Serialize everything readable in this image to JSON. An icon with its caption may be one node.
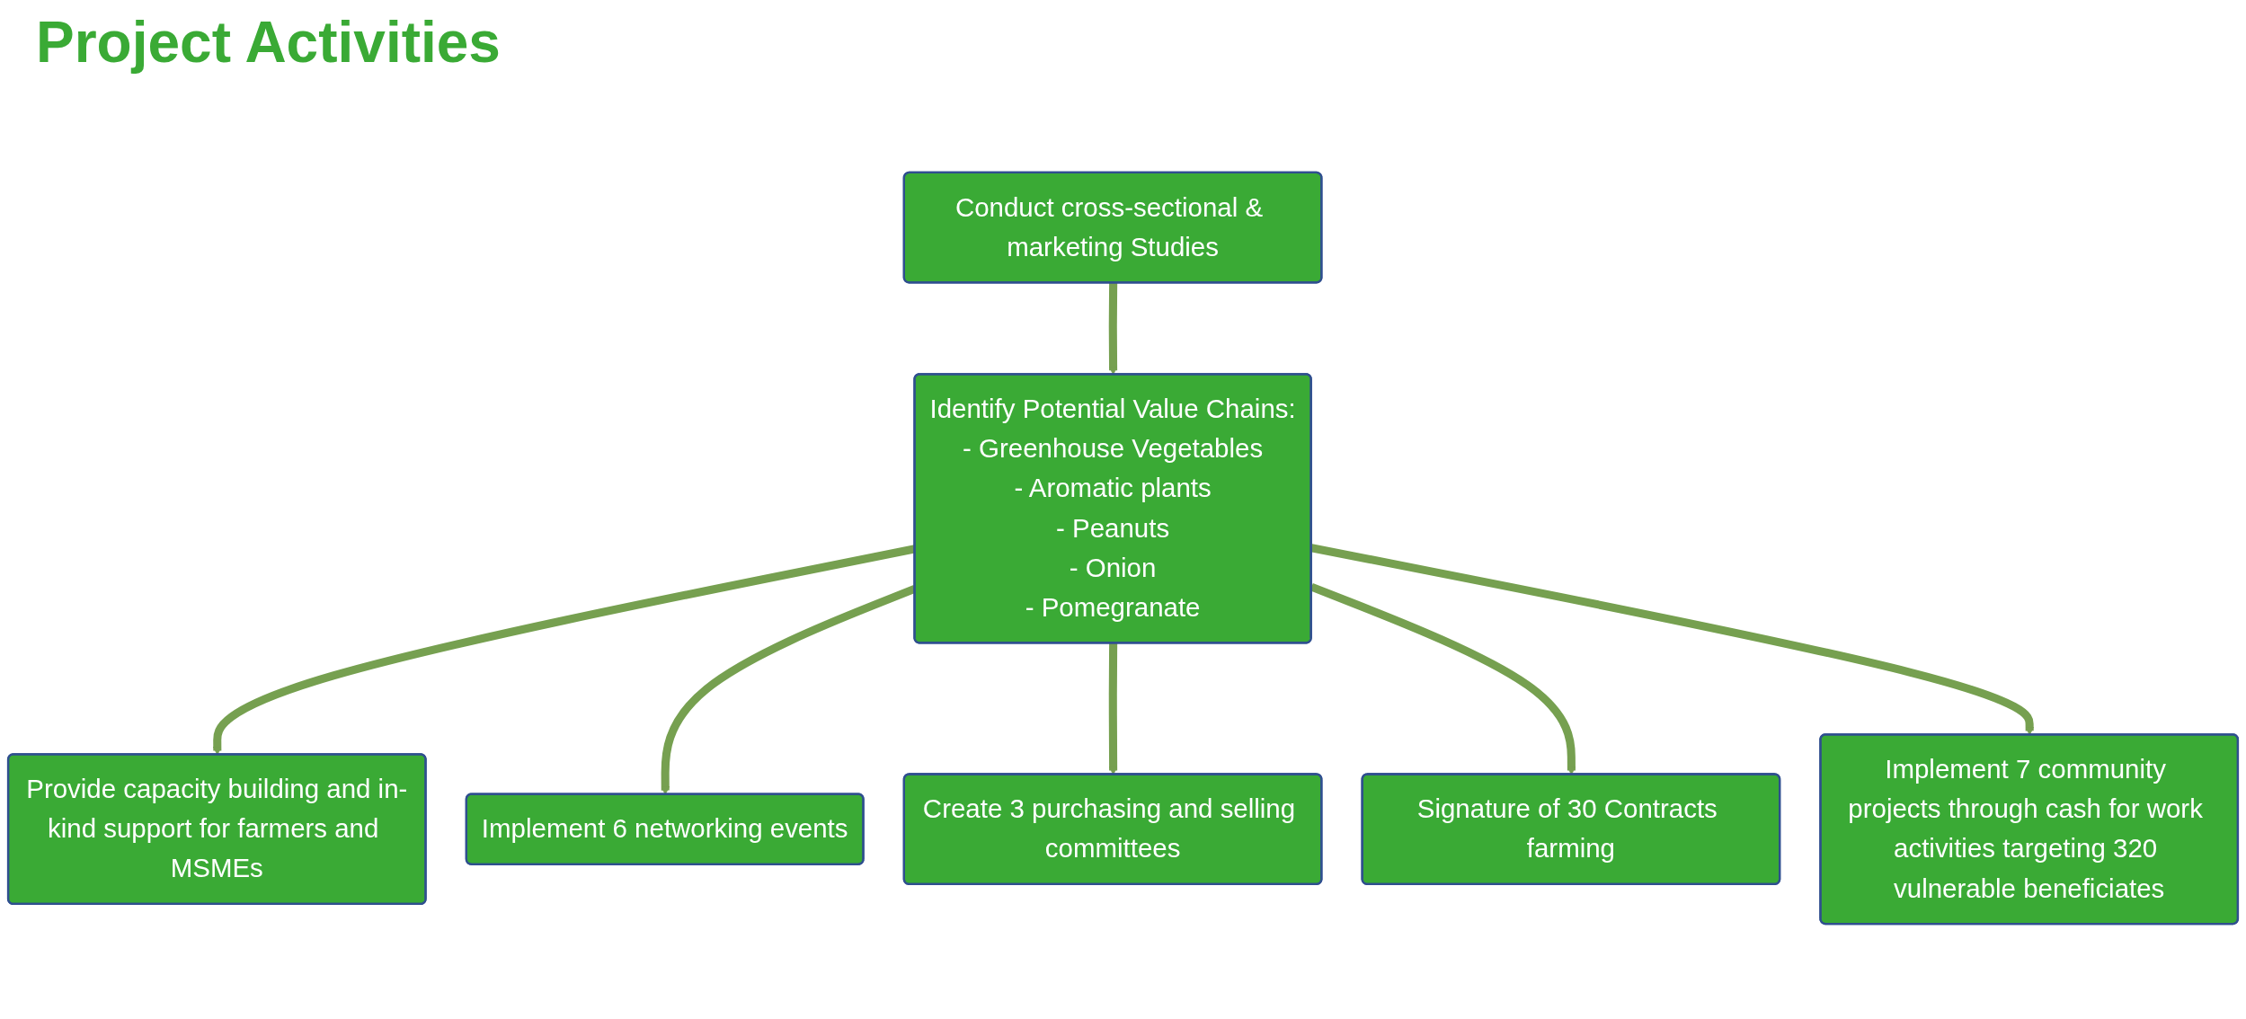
{
  "diagram": {
    "title": "Project Activities",
    "nodes": [
      {
        "text": [
          "Conduct cross-sectional & marketing Studies"
        ]
      },
      {
        "text": [
          "Identify Potential Value Chains:",
          "- Greenhouse Vegetables",
          "- Aromatic plants",
          "- Peanuts",
          "- Onion",
          "- Pomegranate"
        ]
      },
      {
        "text": [
          "Provide capacity building and in-kind support for farmers and MSMEs"
        ]
      },
      {
        "text": [
          "Implement 6 networking events"
        ]
      },
      {
        "text": [
          "Create 3 purchasing and selling committees"
        ]
      },
      {
        "text": [
          "Signature of 30 Contracts farming"
        ]
      },
      {
        "text": [
          "Implement 7 community projects through cash for work activities targeting 320 vulnerable beneficiates"
        ]
      }
    ],
    "edges": [
      {
        "from": 0,
        "to": 1,
        "arrow": "to"
      },
      {
        "from": 1,
        "to": 2,
        "arrow": "to"
      },
      {
        "from": 1,
        "to": 3,
        "arrow": "to"
      },
      {
        "from": 1,
        "to": 4,
        "arrow": "to"
      },
      {
        "from": 1,
        "to": 5,
        "arrow": "to"
      },
      {
        "from": 1,
        "to": 6,
        "arrow": "to"
      }
    ]
  }
}
